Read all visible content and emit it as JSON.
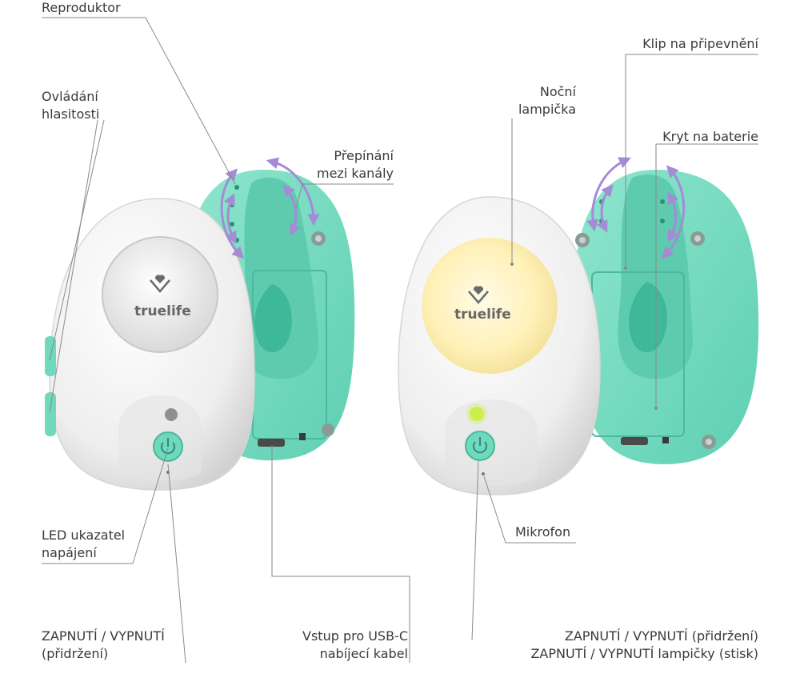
{
  "brand": "truelife",
  "colors": {
    "mint": "#6fd8bd",
    "mint_dark": "#4fc4a6",
    "shell": "#f1f1f1",
    "arrow": "#a58ad6",
    "led": "#cdf04a",
    "night_light": "#fff3c2",
    "leader": "#8a8a8a",
    "text": "#3a3a3a"
  },
  "labels": {
    "speaker": "Reproduktor",
    "volume_line1": "Ovládání",
    "volume_line2": "hlasitosti",
    "channels_line1": "Přepínání",
    "channels_line2": "mezi kanály",
    "led_line1": "LED ukazatel",
    "led_line2": "napájení",
    "power_line1": "ZAPNUTÍ / VYPNUTÍ",
    "power_line2": "(přidržení)",
    "usb_line1": "Vstup pro USB-C",
    "usb_line2": "nabíjecí kabel",
    "clip": "Klip na připevnění",
    "night_line1": "Noční",
    "night_line2": "lampička",
    "battery": "Kryt na baterie",
    "mic": "Mikrofon",
    "power_right_line1": "ZAPNUTÍ / VYPNUTÍ (přidržení)",
    "power_right_line2": "ZAPNUTÍ / VYPNUTÍ lampičky (stisk)"
  }
}
